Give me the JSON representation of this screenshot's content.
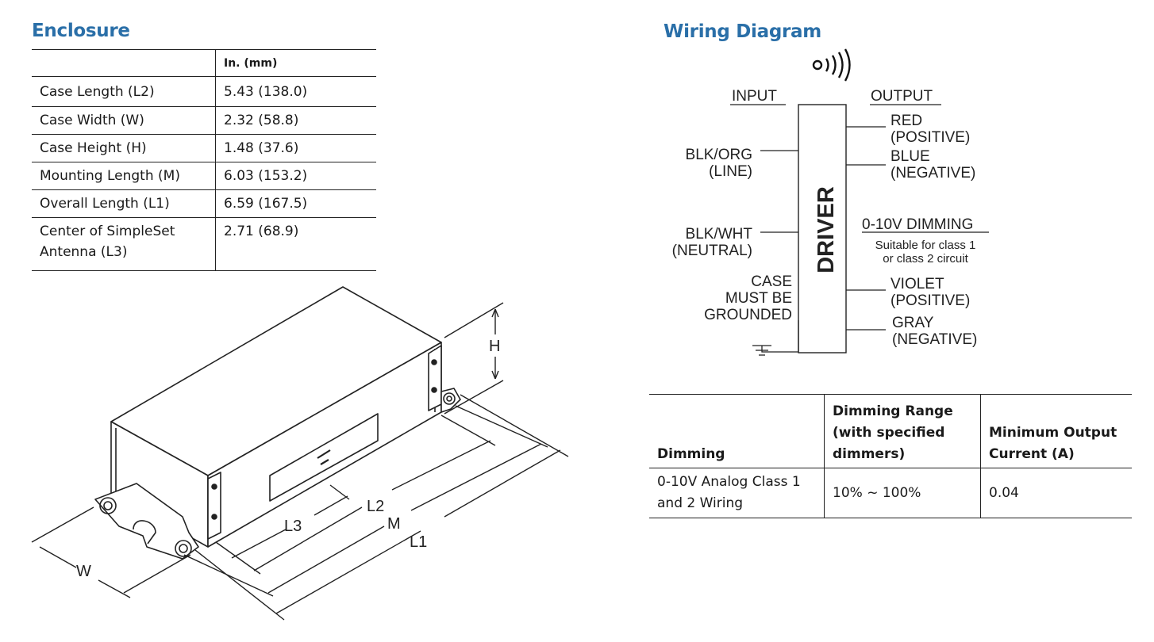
{
  "enclosure": {
    "title": "Enclosure",
    "unit_header": "In. (mm)",
    "rows": [
      {
        "label": "Case Length (L2)",
        "value": "5.43 (138.0)"
      },
      {
        "label": "Case Width (W)",
        "value": "2.32 (58.8)"
      },
      {
        "label": "Case Height (H)",
        "value": "1.48 (37.6)"
      },
      {
        "label": "Mounting Length (M)",
        "value": "6.03 (153.2)"
      },
      {
        "label": "Overall Length (L1)",
        "value": "6.59 (167.5)"
      },
      {
        "label_line1": "Center of SimpleSet",
        "label_line2": "Antenna (L3)",
        "value": "2.71 (68.9)"
      }
    ]
  },
  "drawing": {
    "labels": {
      "h": "H",
      "w": "W",
      "l1": "L1",
      "l2": "L2",
      "l3": "L3",
      "m": "M"
    }
  },
  "wiring": {
    "title": "Wiring Diagram",
    "input_label": "INPUT",
    "output_label": "OUTPUT",
    "driver_label": "DRIVER",
    "blk_org": "BLK/ORG",
    "line": "(LINE)",
    "blk_wht": "BLK/WHT",
    "neutral": "(NEUTRAL)",
    "case1": "CASE",
    "case2": "MUST BE",
    "case3": "GROUNDED",
    "red": "RED",
    "red_pos": "(POSITIVE)",
    "blue": "BLUE",
    "blue_neg": "(NEGATIVE)",
    "dimming_title": "0-10V DIMMING",
    "suitable1": "Suitable for class 1",
    "suitable2": "or class 2 circuit",
    "violet": "VIOLET",
    "violet_pos": "(POSITIVE)",
    "gray": "GRAY",
    "gray_neg": "(NEGATIVE)"
  },
  "dimming": {
    "headers": {
      "c1": "Dimming",
      "c2_line1": "Dimming Range",
      "c2_line2": "(with specified",
      "c2_line3": "dimmers)",
      "c3_line1": "Minimum Output",
      "c3_line2": "Current (A)"
    },
    "row": {
      "c1_line1": "0-10V Analog Class 1",
      "c1_line2": "and 2 Wiring",
      "c2": "10% ~ 100%",
      "c3": "0.04"
    }
  }
}
